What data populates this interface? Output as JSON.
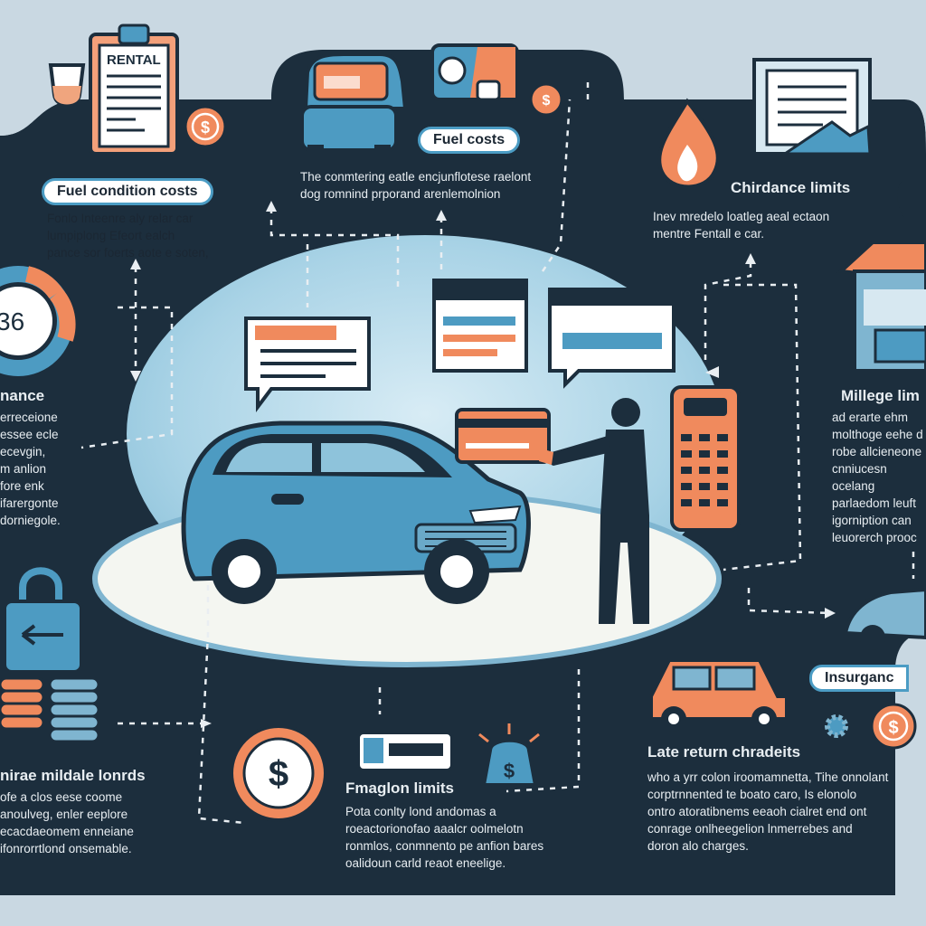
{
  "clipboard_label": "RENTAL",
  "gauge_value": "36",
  "panels": {
    "fuel_condition": {
      "title": "Fuel condition costs",
      "body": [
        "Fonlo Inteenre aly relar car",
        "lumpiplong Efeort ealch",
        "pance sor foerts aote e soten,"
      ]
    },
    "fuel_costs": {
      "title": "Fuel costs",
      "body": [
        "The conmtering eatle encjunflotese raelont",
        "dog romnind prporand arenlemolnion"
      ]
    },
    "chirdance_limits": {
      "title": "Chirdance limits",
      "body": [
        "Inev mredelo loatleg aeal ectaon",
        "mentre Fentall e car."
      ]
    },
    "insurance_left": {
      "title": "nance",
      "body": [
        "erreceione",
        "essee ecle",
        "ecevgin,",
        "m anlion",
        "fore enk",
        "ifarergonte",
        "dorniegole."
      ]
    },
    "mileage_limits": {
      "title": "Millege lim",
      "body": [
        "ad erarte ehm",
        "molthoge eehe d",
        "robe allcieneone",
        "cnniucesn ocelang",
        "parlaedom leuft",
        "igorniption can",
        "leuorerch prooc"
      ]
    },
    "mileage_lonrds": {
      "title": "nirae mildale lonrds",
      "body": [
        "ofe a clos eese coome",
        "anoulveg, enler eeplore",
        "ecacdaeomem enneiane",
        "ifonrorrtlond onsemable."
      ]
    },
    "fmaglon_limits": {
      "title": "Fmaglon limits",
      "body": [
        "Pota conlty lond andomas a",
        "roeactorionofao aaalcr oolmelotn",
        "ronmlos, conmnento pe anfion bares",
        "oalidoun carld reaot eneelige."
      ]
    },
    "late_return": {
      "title": "Late return chradeits",
      "body": [
        "who a yrr colon iroomamnetta, Tihe onnolant",
        "corptrnnented te boato caro, Is elonolo",
        "ontro atoratibnems eeaoh cialret end ont",
        "conrage onlheegelion lnmerrebes and",
        "doron alo charges."
      ]
    },
    "insurance_right": {
      "title": "Insurganc"
    }
  }
}
